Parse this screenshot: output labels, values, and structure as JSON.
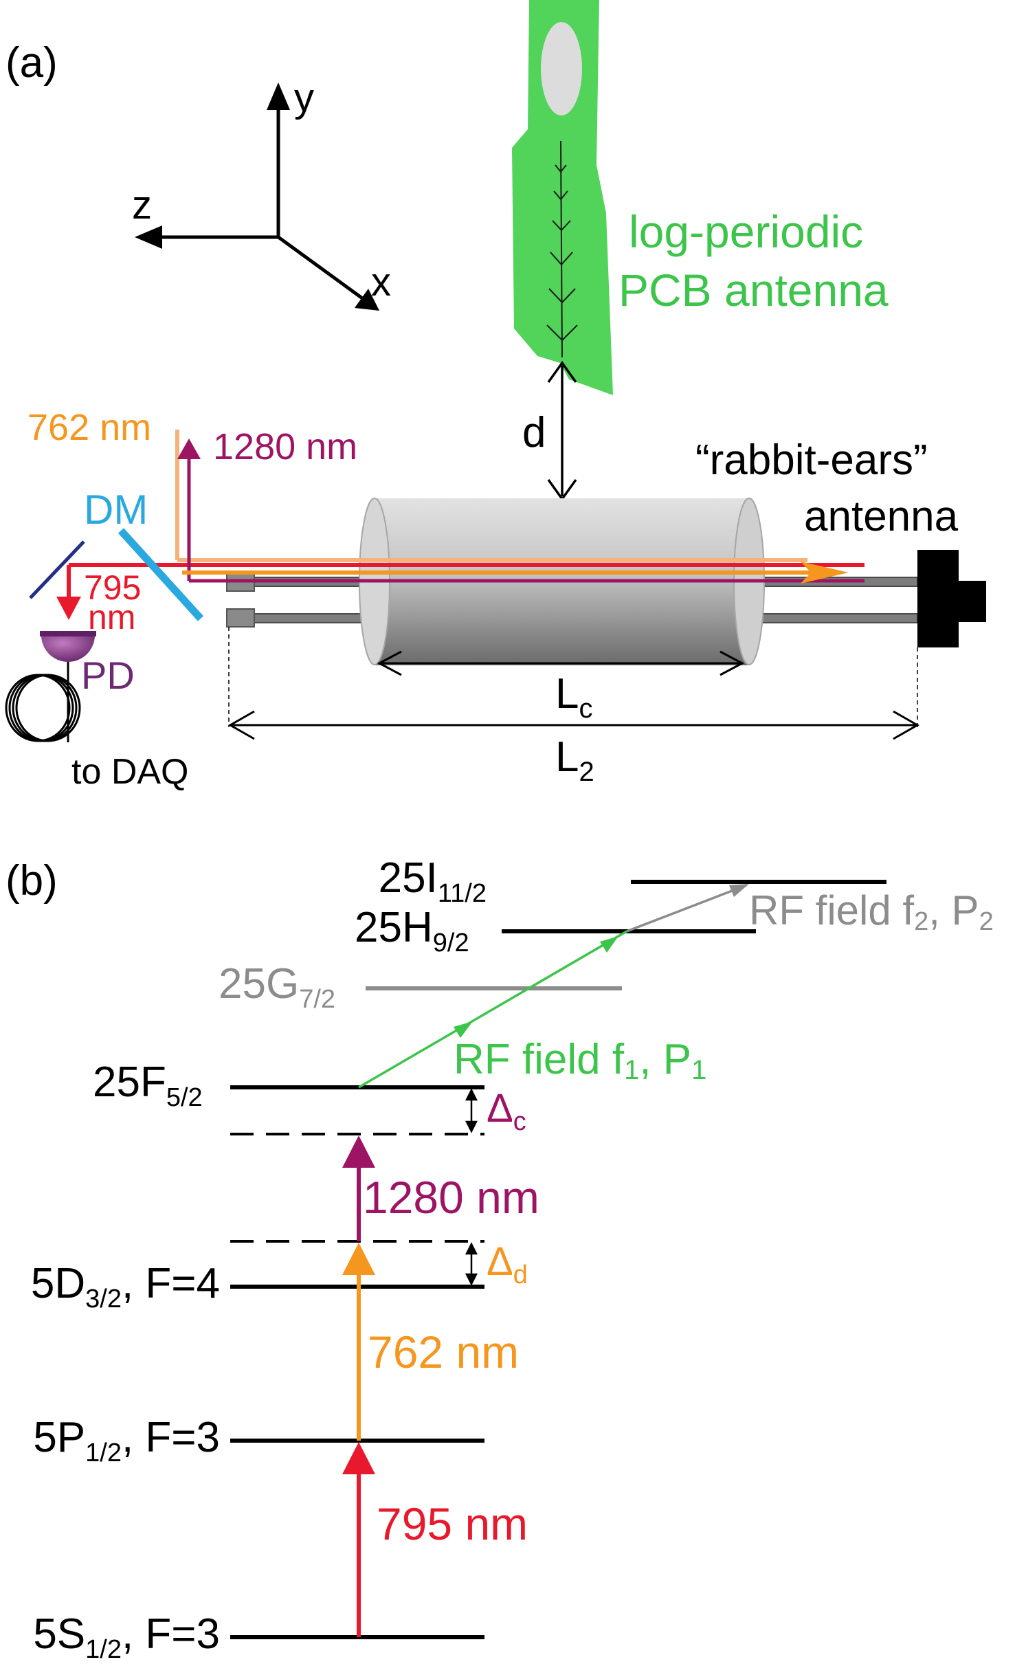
{
  "panel_a": {
    "label": "(a)",
    "axes": {
      "y": "y",
      "z": "z",
      "x": "x"
    },
    "antenna_pcb": {
      "line1": "log-periodic",
      "line2": "PCB antenna"
    },
    "distance_label": "d",
    "rabbit_ears": {
      "line1": "“rabbit-ears”",
      "line2": "antenna"
    },
    "beams": {
      "b762": "762 nm",
      "b1280": "1280 nm",
      "b795_line1": "795",
      "b795_line2": "nm"
    },
    "dm_label": "DM",
    "pd_label": "PD",
    "daq_label": "to DAQ",
    "lc": {
      "base": "L",
      "sub": "c"
    },
    "l2": {
      "base": "L",
      "sub": "2"
    }
  },
  "panel_b": {
    "label": "(b)",
    "levels": {
      "i25": {
        "base": "25I",
        "sub": "11/2"
      },
      "h25": {
        "base": "25H",
        "sub": "9/2"
      },
      "g25": {
        "base": "25G",
        "sub": "7/2"
      },
      "f25": {
        "base": "25F",
        "sub": "5/2"
      },
      "d5": {
        "base": "5D",
        "sub": "3/2",
        "suffix": ", F=4"
      },
      "p5": {
        "base": "5P",
        "sub": "1/2",
        "suffix": ", F=3"
      },
      "s5": {
        "base": "5S",
        "sub": "1/2",
        "suffix": ", F=3"
      }
    },
    "rf1": {
      "a": "RF field f",
      "s1": "1",
      "b": ", P",
      "s2": "1"
    },
    "rf2": {
      "a": "RF field f",
      "s1": "2",
      "b": ", P",
      "s2": "2"
    },
    "delta_c": {
      "base": "Δ",
      "sub": "c"
    },
    "delta_d": {
      "base": "Δ",
      "sub": "d"
    },
    "t1280": "1280 nm",
    "t762": "762 nm",
    "t795": "795 nm"
  },
  "colors": {
    "red": "#e8192c",
    "orange": "#f5961e",
    "purple": "#9c1463",
    "green": "#3cc44b",
    "blue": "#2aa8e0",
    "gray": "#8c8c8c",
    "black": "#000000"
  }
}
